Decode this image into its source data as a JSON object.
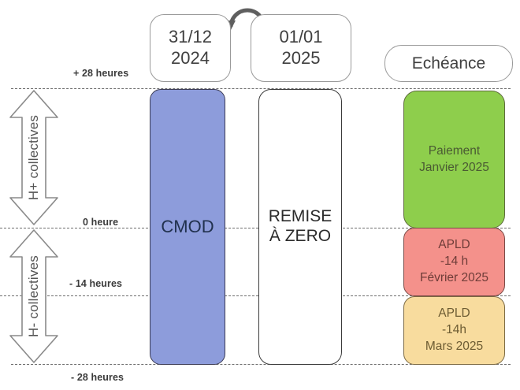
{
  "diagram": {
    "title_hidden": "",
    "axis": {
      "lines": [
        {
          "key": "plus28",
          "label": "+ 28 heures",
          "value": 28,
          "unit": "heures"
        },
        {
          "key": "zero",
          "label": "0 heure",
          "value": 0,
          "unit": "heure"
        },
        {
          "key": "minus14",
          "label": "- 14 heures",
          "value": -14,
          "unit": "heures"
        },
        {
          "key": "minus28",
          "label": "- 28 heures",
          "value": -28,
          "unit": "heures"
        }
      ]
    },
    "arrows": [
      {
        "key": "hplus",
        "label": "H+ collectives",
        "icon": "double-arrow-vertical-icon",
        "range": [
          0,
          28
        ]
      },
      {
        "key": "hminus",
        "label": "H- collectives",
        "icon": "double-arrow-vertical-icon",
        "range": [
          -28,
          0
        ]
      }
    ],
    "loop_icon": "loop-arc-arrow-icon",
    "columns": [
      {
        "key": "cmod",
        "header": "31/12\n2024",
        "header_line1": "31/12",
        "header_line2": "2024",
        "bar_label": "CMOD",
        "bar_color": "#8d9cdb",
        "bar_range": [
          -28,
          28
        ]
      },
      {
        "key": "remise",
        "header_line1": "01/01",
        "header_line2": "2025",
        "bar_label_line1": "REMISE",
        "bar_label_line2": "À ZERO",
        "bar_color": "#ffffff",
        "bar_range": [
          -28,
          28
        ]
      },
      {
        "key": "echeance",
        "header": "Echéance",
        "blocks": [
          {
            "key": "paiement",
            "line1": "Paiement",
            "line2": "Janvier 2025",
            "line3": "",
            "color": "#8ece4c",
            "range": [
              0,
              28
            ]
          },
          {
            "key": "apld-fevrier",
            "line1": "APLD",
            "line2": "-14 h",
            "line3": "Février 2025",
            "color": "#f4918b",
            "range": [
              -14,
              0
            ]
          },
          {
            "key": "apld-mars",
            "line1": "APLD",
            "line2": "-14h",
            "line3": "Mars 2025",
            "color": "#f8dc9e",
            "range": [
              -28,
              -14
            ]
          }
        ]
      }
    ]
  }
}
